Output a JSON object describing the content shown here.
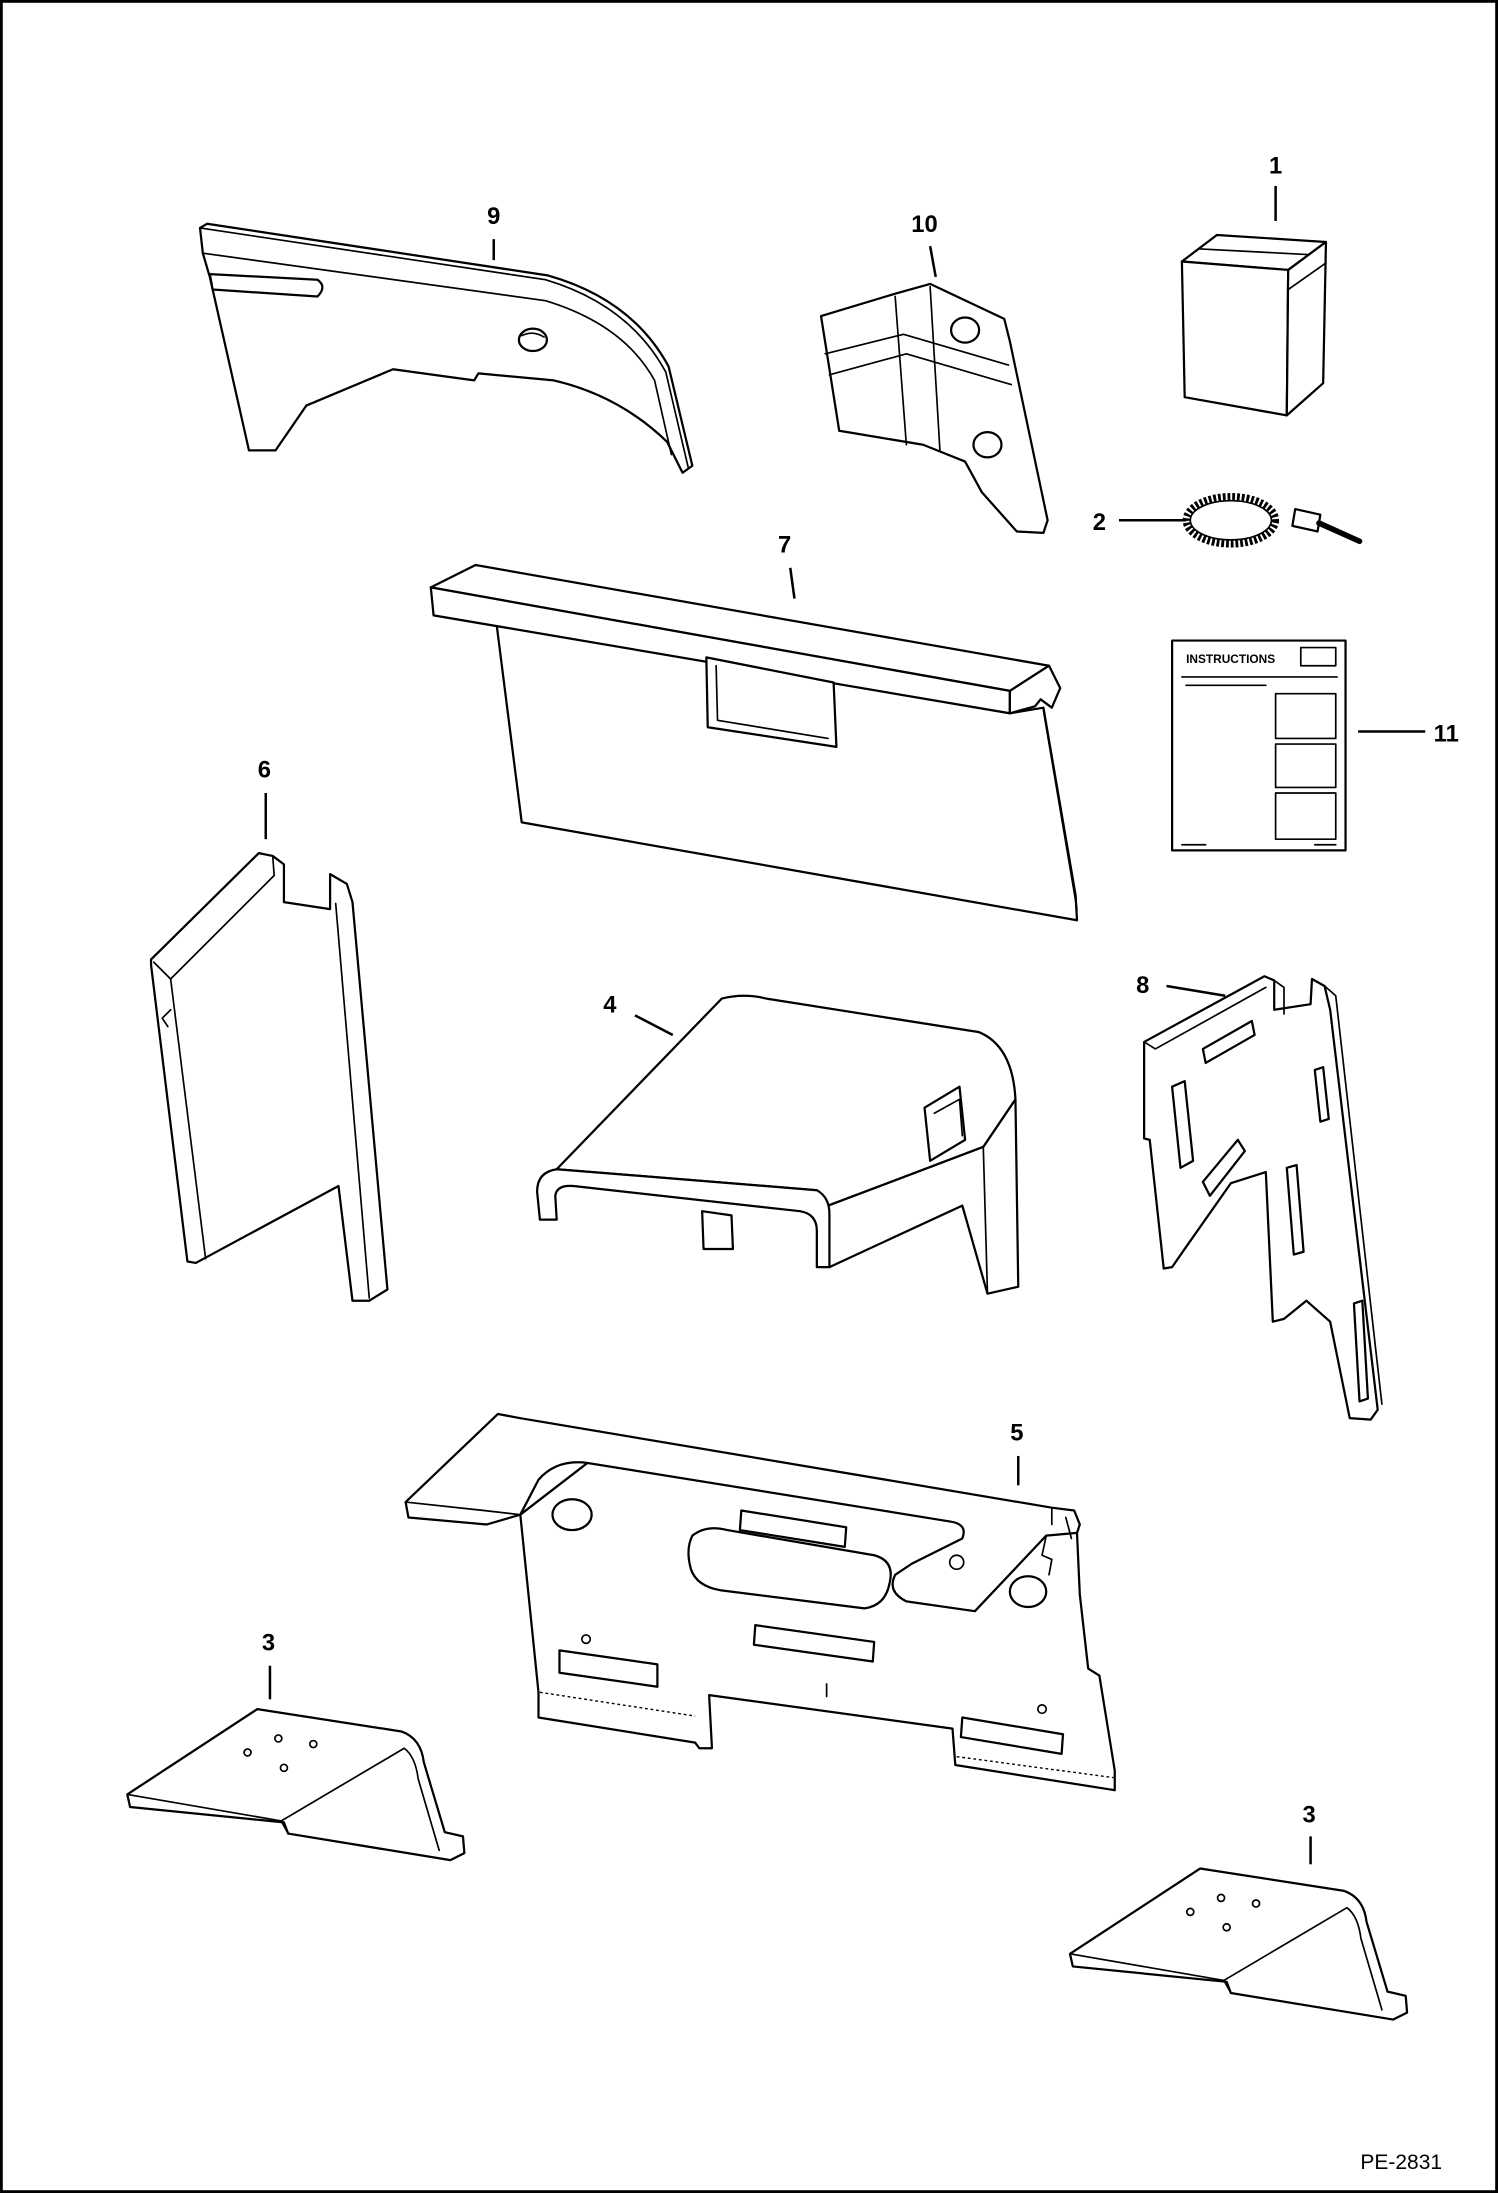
{
  "diagram": {
    "drawing_number": "PE-2831",
    "instructions_heading": "INSTRUCTIONS",
    "callouts": [
      {
        "label": "1"
      },
      {
        "label": "2"
      },
      {
        "label": "3"
      },
      {
        "label": "3"
      },
      {
        "label": "4"
      },
      {
        "label": "5"
      },
      {
        "label": "6"
      },
      {
        "label": "7"
      },
      {
        "label": "8"
      },
      {
        "label": "9"
      },
      {
        "label": "10"
      },
      {
        "label": "11"
      }
    ]
  }
}
